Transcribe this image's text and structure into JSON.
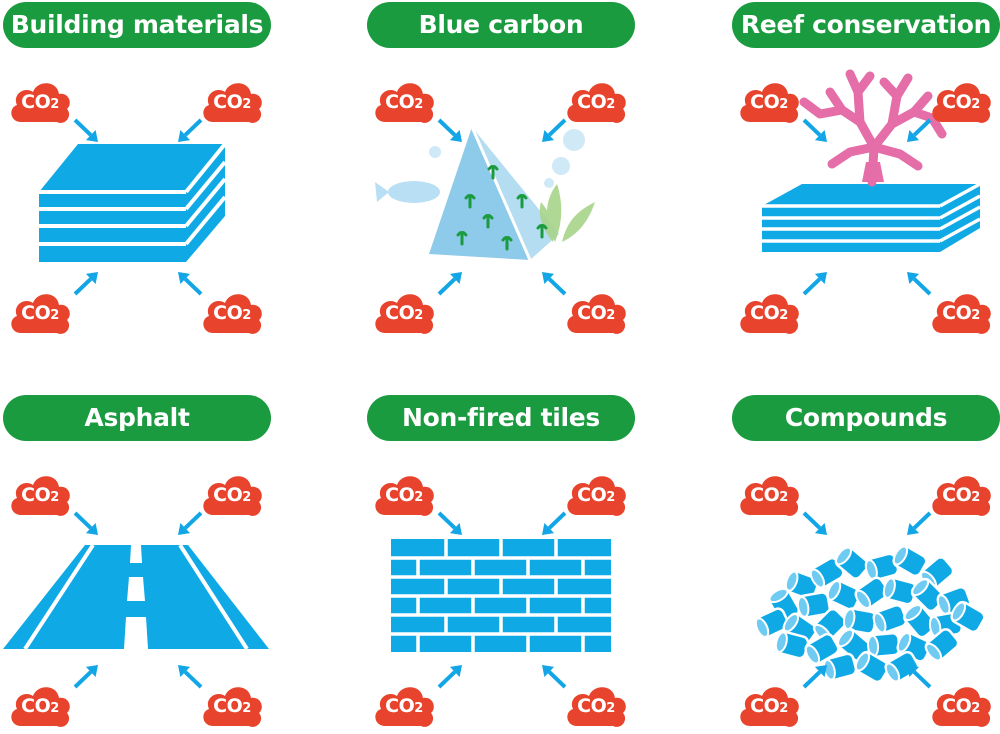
{
  "panels": [
    {
      "id": "building-materials",
      "title": "Building materials",
      "icon": "layered-block-icon"
    },
    {
      "id": "blue-carbon",
      "title": "Blue carbon",
      "icon": "underwater-pyramid-icon"
    },
    {
      "id": "reef-conservation",
      "title": "Reef conservation",
      "icon": "coral-on-slab-icon"
    },
    {
      "id": "asphalt",
      "title": "Asphalt",
      "icon": "road-icon"
    },
    {
      "id": "non-fired-tiles",
      "title": "Non-fired tiles",
      "icon": "brick-wall-icon"
    },
    {
      "id": "compounds",
      "title": "Compounds",
      "icon": "pellet-pile-icon"
    }
  ],
  "co2_badge": {
    "main": "CO",
    "sub": "2",
    "icon": "co2-cloud-icon"
  },
  "colors": {
    "pill_green": "#1b9b3f",
    "material_blue": "#0fa9e6",
    "co2_red": "#e8432c",
    "arrow_blue": "#12a6e6",
    "coral_pink": "#e56da8",
    "seaweed_green": "#a8d48a"
  }
}
